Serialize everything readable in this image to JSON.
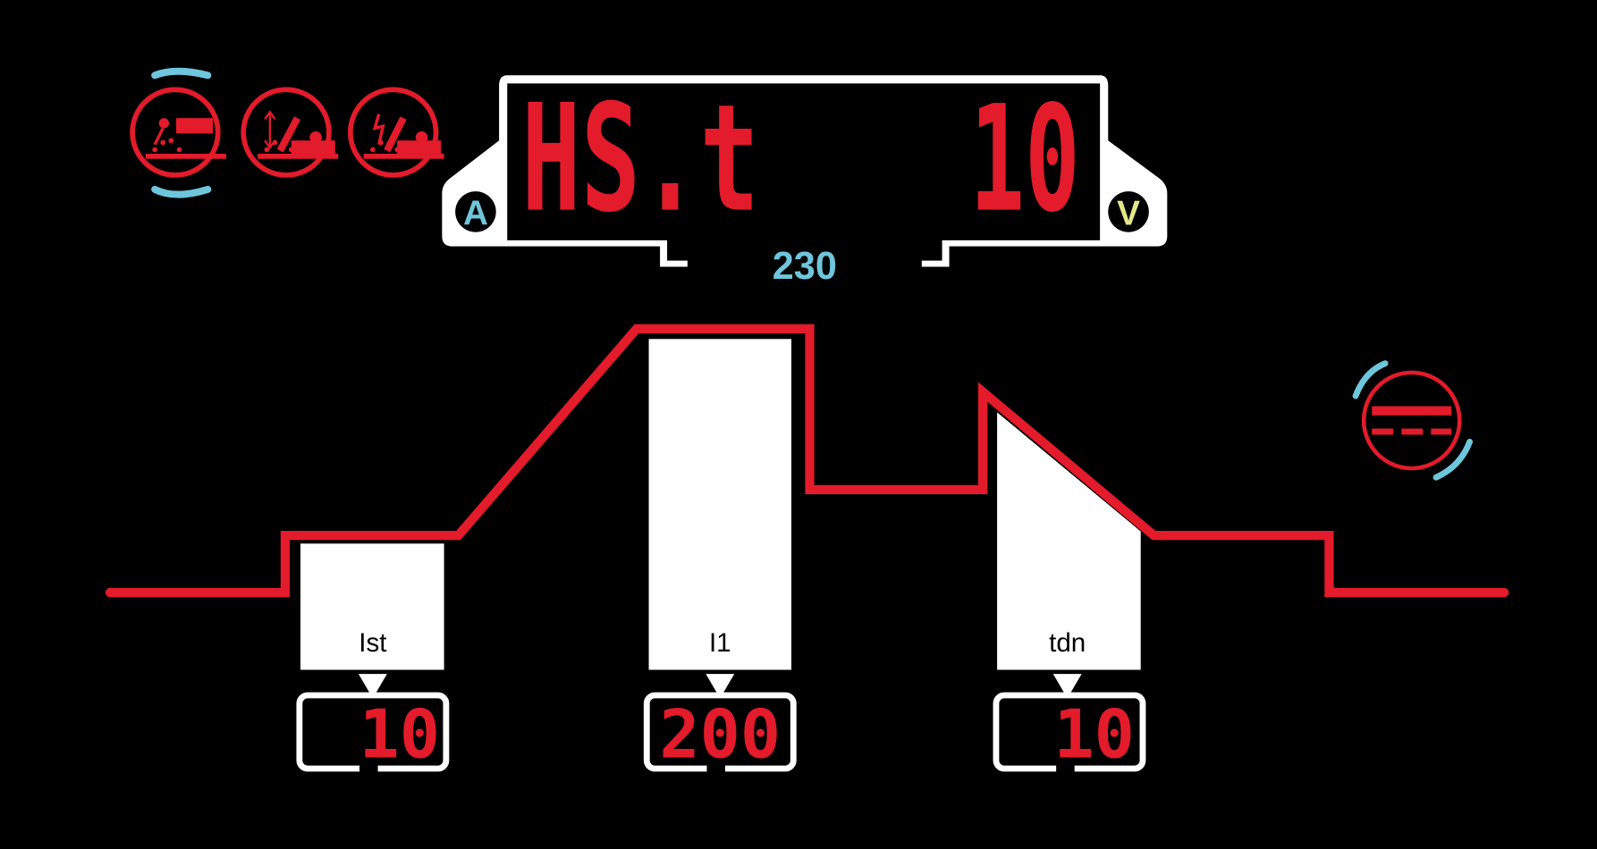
{
  "main_display": {
    "left_value": "HS.t",
    "right_value": "10",
    "left_unit": "A",
    "right_unit": "V",
    "sub_value": "230"
  },
  "parameters": [
    {
      "label": "Ist",
      "value": "10"
    },
    {
      "label": "I1",
      "value": "200"
    },
    {
      "label": "tdn",
      "value": "10"
    }
  ],
  "modes": [
    "mma-mode",
    "tig-lift-mode",
    "tig-hf-mode"
  ],
  "selected_mode": "mma-mode",
  "output_type": "dc",
  "colors": {
    "red": "#e31b2b",
    "cyan": "#6ec6dc",
    "yellow": "#e6e68a",
    "white": "#ffffff",
    "background": "#000000"
  }
}
